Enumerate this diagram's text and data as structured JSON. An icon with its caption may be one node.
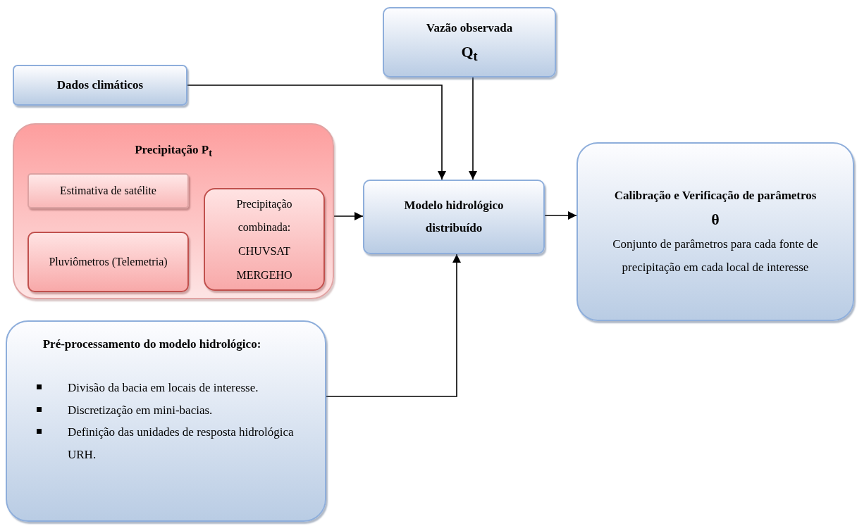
{
  "diagram": {
    "nodes": [
      {
        "text": [
          "Vazão observada",
          "Q$_{t}$"
        ]
      },
      {
        "text": [
          "Dados climáticos"
        ]
      },
      {
        "text": [
          "Precipitação P$_{t}$"
        ]
      },
      {
        "text": [
          "Estimativa de satélite"
        ],
        "in": 2
      },
      {
        "text": [
          "Pluviômetros (Telemetria)"
        ],
        "in": 2
      },
      {
        "text": [
          "Precipitação combinada: CHUVSAT MERGEHO"
        ],
        "in": 2
      },
      {
        "text": [
          "Modelo hidrológico distribuído"
        ]
      },
      {
        "text": [
          "Calibração e Verificação de parâmetros",
          "θ",
          "Conjunto de parâmetros para cada fonte de precipitação em cada local de interesse"
        ]
      },
      {
        "text": [
          "Pré-processamento do modelo hidrológico:",
          "Divisão da bacia em locais de interesse.",
          "Discretização em mini-bacias.",
          "Definição das unidades de resposta hidrológica URH."
        ]
      }
    ],
    "edges": [
      {
        "from": 1,
        "to": 6,
        "arrow": "to"
      },
      {
        "from": 0,
        "to": 6,
        "arrow": "to"
      },
      {
        "from": 2,
        "to": 6,
        "arrow": "to"
      },
      {
        "from": 6,
        "to": 7,
        "arrow": "to"
      },
      {
        "from": 8,
        "to": 6,
        "arrow": "to"
      }
    ]
  }
}
